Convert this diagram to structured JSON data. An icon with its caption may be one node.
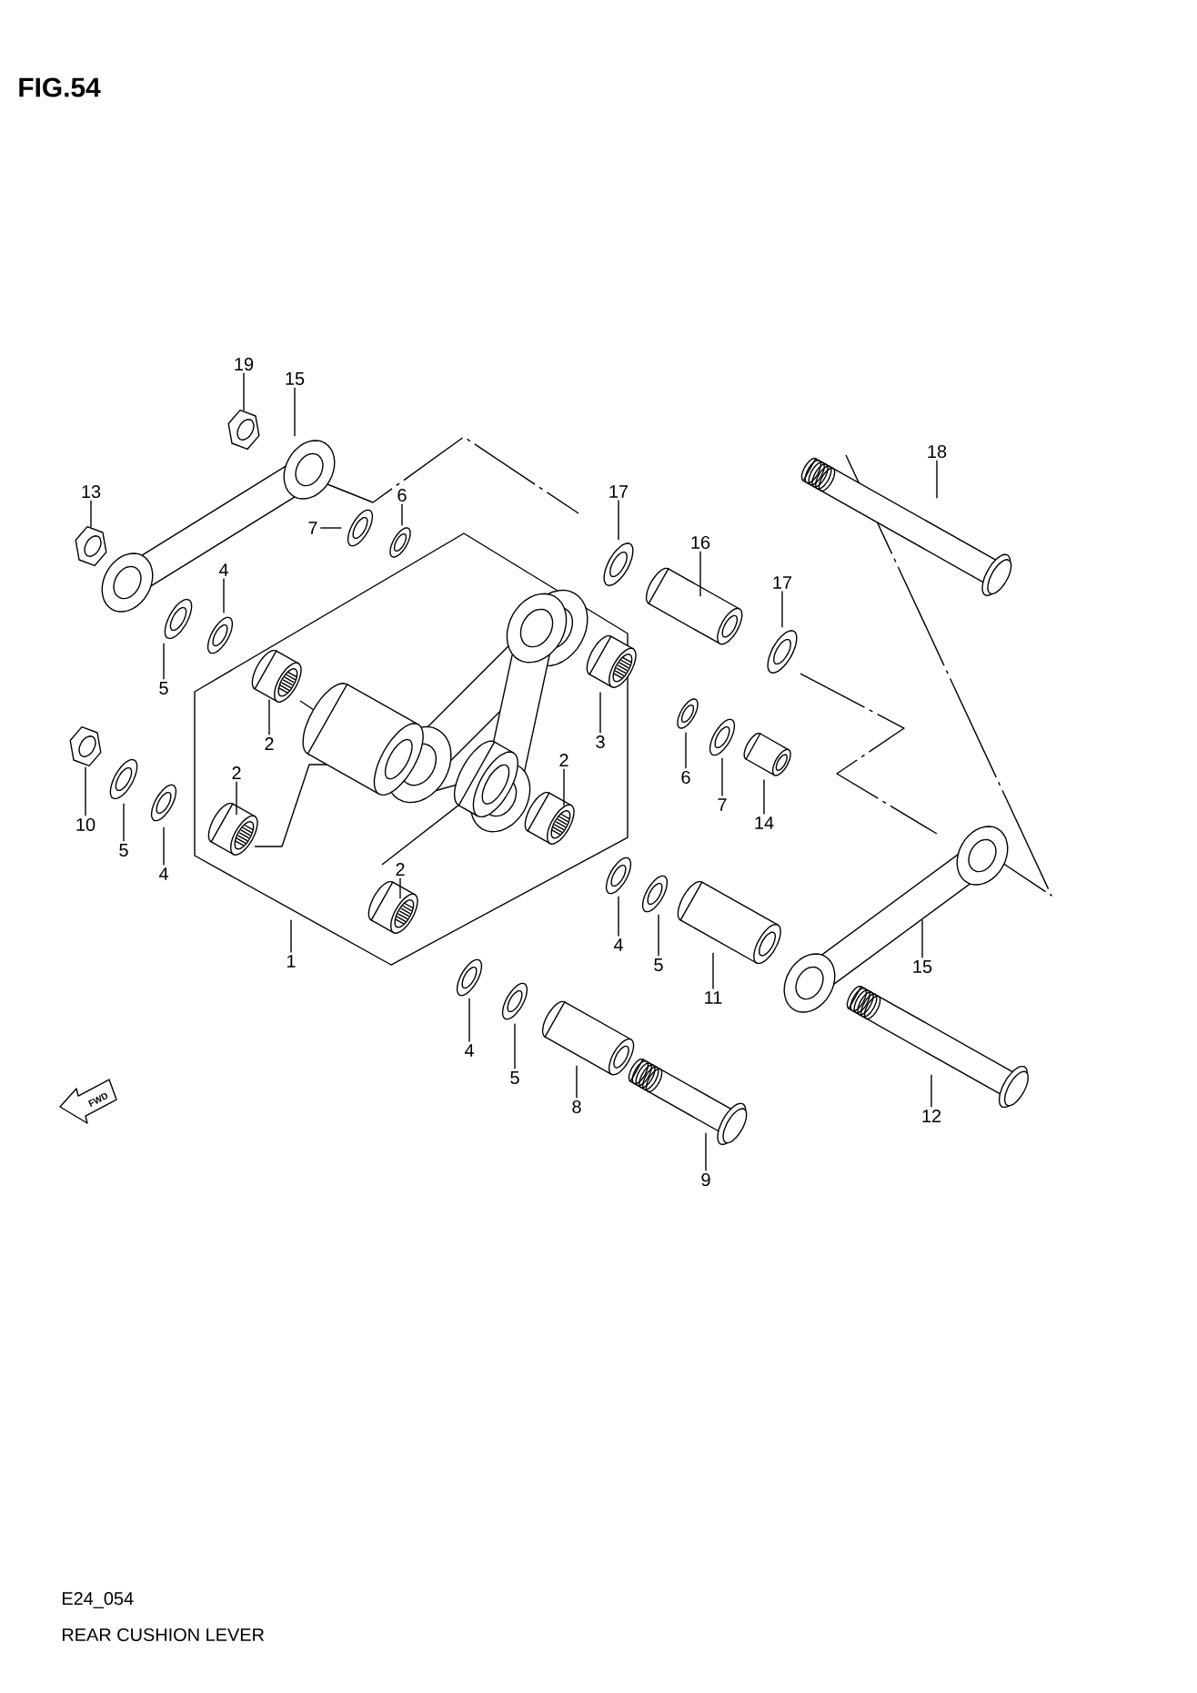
{
  "diagram": {
    "title": "FIG.54",
    "nodes": [
      {
        "text": [],
        "shape": "picture"
      },
      {
        "text": [
          "19"
        ]
      },
      {
        "text": [
          "15"
        ]
      },
      {
        "text": [
          "13"
        ]
      },
      {
        "text": [
          "7"
        ]
      },
      {
        "text": [
          "6"
        ]
      },
      {
        "text": [
          "4"
        ]
      },
      {
        "text": [
          "5"
        ]
      },
      {
        "text": [
          "17"
        ]
      },
      {
        "text": [
          "16"
        ]
      },
      {
        "text": [
          "17"
        ]
      },
      {
        "text": [
          "18"
        ]
      },
      {
        "text": [
          "2"
        ],
        "in": 0
      },
      {
        "text": [
          "3"
        ],
        "in": 0
      },
      {
        "text": [
          "2"
        ],
        "in": 0
      },
      {
        "text": [
          "2"
        ],
        "in": 0
      },
      {
        "text": [
          "10"
        ]
      },
      {
        "text": [
          "5"
        ]
      },
      {
        "text": [
          "4"
        ]
      },
      {
        "text": [
          "6"
        ]
      },
      {
        "text": [
          "7"
        ]
      },
      {
        "text": [
          "14"
        ]
      },
      {
        "text": [
          "2"
        ],
        "in": 0
      },
      {
        "text": [
          "1"
        ]
      },
      {
        "text": [
          "4"
        ]
      },
      {
        "text": [
          "5"
        ]
      },
      {
        "text": [
          "11"
        ]
      },
      {
        "text": [
          "15"
        ]
      },
      {
        "text": [
          "4"
        ]
      },
      {
        "text": [
          "5"
        ]
      },
      {
        "text": [
          "8"
        ]
      },
      {
        "text": [
          "12"
        ]
      },
      {
        "text": [
          "9"
        ]
      },
      {
        "text": [],
        "shape": "picture"
      },
      {
        "text": [],
        "shape": "picture"
      },
      {
        "text": [],
        "shape": "picture"
      },
      {
        "text": [],
        "shape": "picture"
      },
      {
        "text": [],
        "shape": "picture"
      },
      {
        "text": [],
        "shape": "picture"
      },
      {
        "text": [],
        "shape": "picture"
      },
      {
        "text": [],
        "shape": "picture"
      },
      {
        "text": [],
        "shape": "picture"
      },
      {
        "text": [],
        "shape": "picture"
      },
      {
        "text": [],
        "shape": "picture"
      },
      {
        "text": [],
        "shape": "picture",
        "in": 0
      },
      {
        "text": [],
        "shape": "picture",
        "in": 0
      },
      {
        "text": [],
        "shape": "picture",
        "in": 0
      },
      {
        "text": [],
        "shape": "picture",
        "in": 0
      },
      {
        "text": [],
        "shape": "picture"
      },
      {
        "text": [],
        "shape": "picture"
      },
      {
        "text": [],
        "shape": "picture"
      },
      {
        "text": [],
        "shape": "picture"
      },
      {
        "text": [],
        "shape": "picture"
      },
      {
        "text": [],
        "shape": "picture"
      },
      {
        "text": [],
        "shape": "picture",
        "in": 0
      },
      {
        "text": [],
        "shape": "picture"
      },
      {
        "text": [],
        "shape": "picture"
      },
      {
        "text": [],
        "shape": "picture"
      },
      {
        "text": [],
        "shape": "picture"
      },
      {
        "text": [],
        "shape": "picture"
      },
      {
        "text": [],
        "shape": "picture"
      },
      {
        "text": [],
        "shape": "picture"
      },
      {
        "text": [],
        "shape": "picture"
      },
      {
        "text": [],
        "shape": "picture"
      }
    ],
    "edges": [
      {
        "from": 1,
        "to": 33,
        "arrow": "none"
      },
      {
        "from": 2,
        "to": 34,
        "arrow": "none"
      },
      {
        "from": 3,
        "to": 35,
        "arrow": "none"
      },
      {
        "from": 4,
        "to": 36,
        "arrow": "none"
      },
      {
        "from": 5,
        "to": 37,
        "arrow": "none"
      },
      {
        "from": 6,
        "to": 38,
        "arrow": "none"
      },
      {
        "from": 7,
        "to": 39,
        "arrow": "none"
      },
      {
        "from": 8,
        "to": 40,
        "arrow": "none"
      },
      {
        "from": 9,
        "to": 41,
        "arrow": "none"
      },
      {
        "from": 10,
        "to": 42,
        "arrow": "none"
      },
      {
        "from": 11,
        "to": 43,
        "arrow": "none"
      },
      {
        "from": 12,
        "to": 44,
        "arrow": "none"
      },
      {
        "from": 13,
        "to": 45,
        "arrow": "none"
      },
      {
        "from": 14,
        "to": 46,
        "arrow": "none"
      },
      {
        "from": 15,
        "to": 47,
        "arrow": "none"
      },
      {
        "from": 16,
        "to": 48,
        "arrow": "none"
      },
      {
        "from": 17,
        "to": 49,
        "arrow": "none"
      },
      {
        "from": 18,
        "to": 50,
        "arrow": "none"
      },
      {
        "from": 19,
        "to": 51,
        "arrow": "none"
      },
      {
        "from": 20,
        "to": 52,
        "arrow": "none"
      },
      {
        "from": 21,
        "to": 53,
        "arrow": "none"
      },
      {
        "from": 22,
        "to": 54,
        "arrow": "none"
      },
      {
        "from": 23,
        "to": 0,
        "arrow": "none"
      },
      {
        "from": 24,
        "to": 55,
        "arrow": "none"
      },
      {
        "from": 25,
        "to": 56,
        "arrow": "none"
      },
      {
        "from": 26,
        "to": 57,
        "arrow": "none"
      },
      {
        "from": 27,
        "to": 58,
        "arrow": "none"
      },
      {
        "from": 28,
        "to": 59,
        "arrow": "none"
      },
      {
        "from": 29,
        "to": 60,
        "arrow": "none"
      },
      {
        "from": 30,
        "to": 61,
        "arrow": "none"
      },
      {
        "from": 31,
        "to": 62,
        "arrow": "none"
      },
      {
        "from": 32,
        "to": 63,
        "arrow": "none"
      }
    ],
    "labels": [
      "FWD",
      "E24_054",
      "REAR CUSHION LEVER"
    ]
  }
}
